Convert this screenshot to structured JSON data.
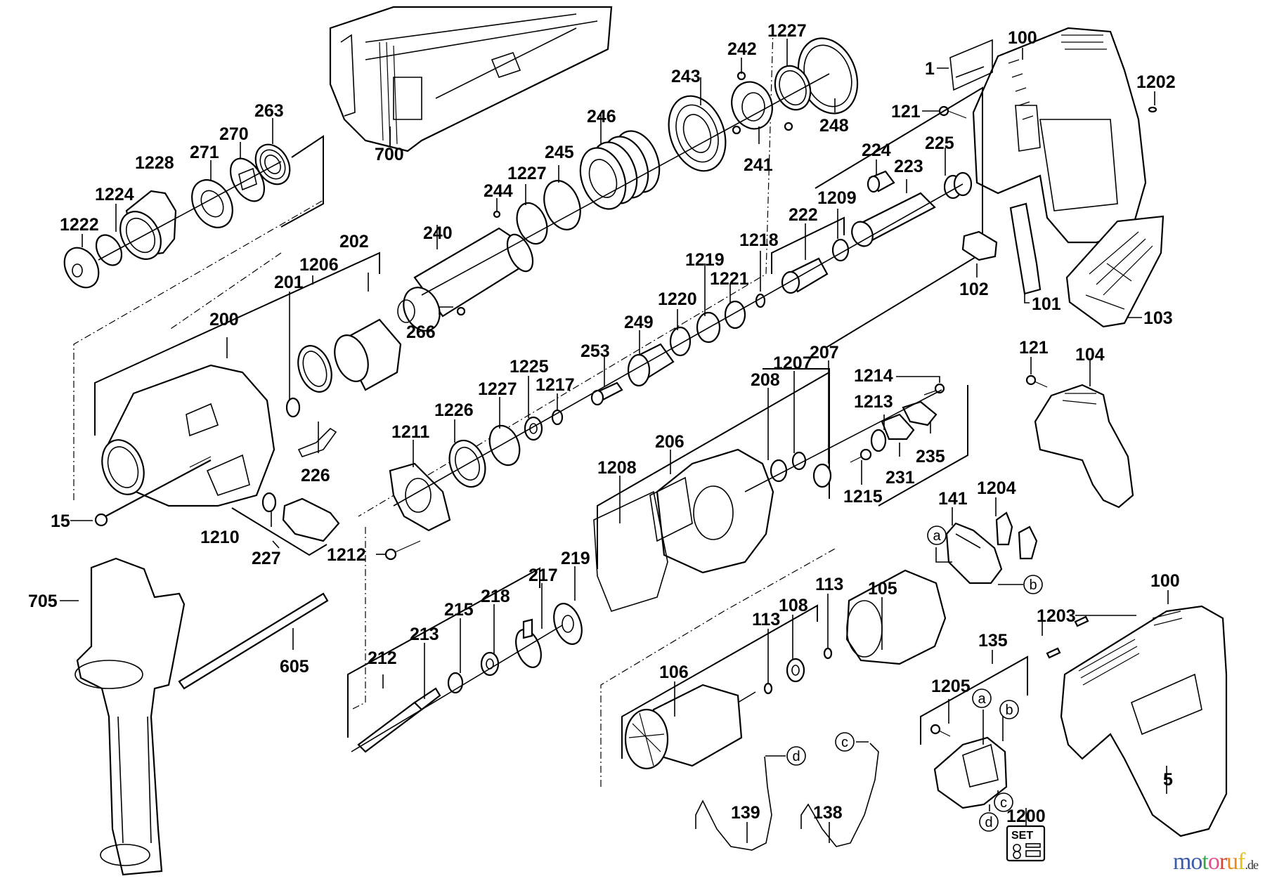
{
  "diagram": {
    "title": "Rotary hammer exploded parts view",
    "callouts": {
      "c700": "700",
      "c263": "263",
      "c270": "270",
      "c271": "271",
      "c1228": "1228",
      "c1224": "1224",
      "c1222": "1222",
      "c242": "242",
      "c1227a": "1227",
      "c243": "243",
      "c248": "248",
      "c241": "241",
      "c246": "246",
      "c245": "245",
      "c1227b": "1227",
      "c244": "244",
      "c240": "240",
      "c266": "266",
      "c1": "1",
      "c100a": "100",
      "c1202": "1202",
      "c121a": "121",
      "c224": "224",
      "c225": "225",
      "c223": "223",
      "c1209": "1209",
      "c222": "222",
      "c1218": "1218",
      "c1219": "1219",
      "c1221": "1221",
      "c1220": "1220",
      "c102": "102",
      "c101": "101",
      "c103": "103",
      "c202": "202",
      "c1206": "1206",
      "c201": "201",
      "c200": "200",
      "c226": "226",
      "c15": "15",
      "c1210": "1210",
      "c227": "227",
      "c249": "249",
      "c253": "253",
      "c1225": "1225",
      "c1217": "1217",
      "c1227c": "1227",
      "c1226": "1226",
      "c1211": "1211",
      "c1212": "1212",
      "c207": "207",
      "c1207": "1207",
      "c208": "208",
      "c206": "206",
      "c1208": "1208",
      "c1214": "1214",
      "c1213": "1213",
      "c235": "235",
      "c231": "231",
      "c1215": "1215",
      "c121b": "121",
      "c104": "104",
      "c141": "141",
      "c1204": "1204",
      "c705": "705",
      "c605": "605",
      "c219": "219",
      "c217": "217",
      "c218": "218",
      "c215": "215",
      "c213": "213",
      "c212": "212",
      "c105": "105",
      "c113a": "113",
      "c108": "108",
      "c113b": "113",
      "c106": "106",
      "c139": "139",
      "c138": "138",
      "c1203": "1203",
      "c100b": "100",
      "c5": "5",
      "c135": "135",
      "c1205": "1205",
      "c1200": "1200"
    },
    "connectors": {
      "a1": "a",
      "b1": "b",
      "a2": "a",
      "b2": "b",
      "c1": "c",
      "d1": "d",
      "c2": "c",
      "d2": "d"
    },
    "set_badge": "SET"
  },
  "watermark": {
    "letters": [
      "m",
      "o",
      "t",
      "o",
      "r",
      "u",
      "f"
    ],
    "colors": [
      "#3b5bab",
      "#3b5bab",
      "#3aa64a",
      "#e0508a",
      "#d8442e",
      "#e78a1a",
      "#e5c21a"
    ],
    "suffix": ".de"
  }
}
